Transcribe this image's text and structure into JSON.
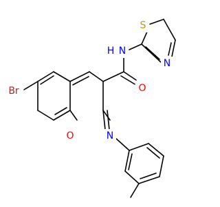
{
  "structure": {
    "atoms": [
      {
        "id": "br",
        "label": "Br",
        "color": "#a52a2a"
      },
      {
        "id": "o_carbonyl",
        "label": "O",
        "color": "#ff0000"
      },
      {
        "id": "o_ring",
        "label": "O",
        "color": "#ff0000"
      },
      {
        "id": "n_imine",
        "label": "N",
        "color": "#0000ff"
      },
      {
        "id": "nh",
        "label": "N",
        "color": "#0000ff"
      },
      {
        "id": "h",
        "label": "H",
        "color": "#0000ff"
      },
      {
        "id": "s",
        "label": "S",
        "color": "#b8a000"
      },
      {
        "id": "n_thiazole",
        "label": "N",
        "color": "#0000ff"
      }
    ]
  }
}
